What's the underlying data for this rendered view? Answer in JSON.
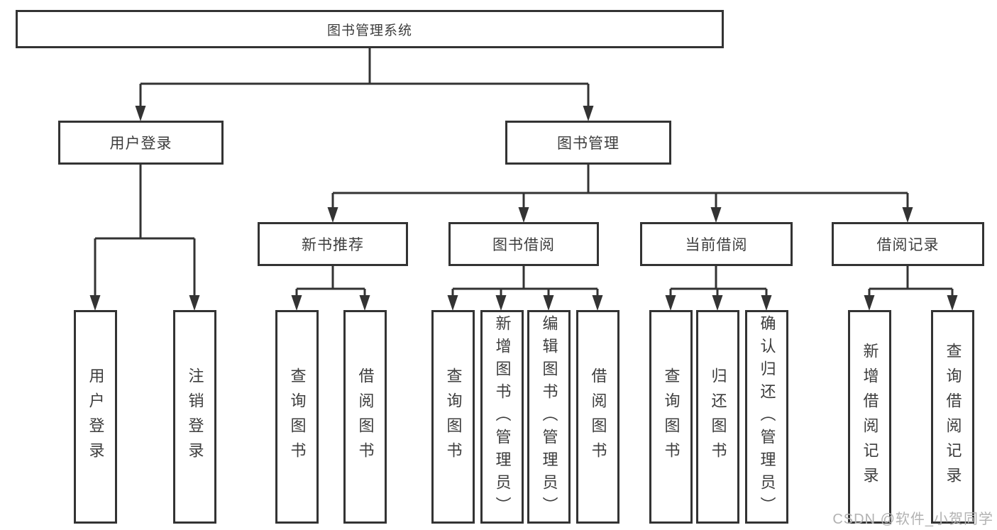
{
  "diagram": {
    "root_label": "图书管理系统",
    "branches": [
      {
        "label": "用户登录",
        "children": [
          {
            "label": "用户登录"
          },
          {
            "label": "注销登录"
          }
        ]
      },
      {
        "label": "图书管理",
        "children": [
          {
            "label": "新书推荐",
            "children": [
              {
                "label": "查询图书"
              },
              {
                "label": "借阅图书"
              }
            ]
          },
          {
            "label": "图书借阅",
            "children": [
              {
                "label": "查询图书"
              },
              {
                "label": "新增图书（管理员）"
              },
              {
                "label": "编辑图书（管理员）"
              },
              {
                "label": "借阅图书"
              }
            ]
          },
          {
            "label": "当前借阅",
            "children": [
              {
                "label": "查询图书"
              },
              {
                "label": "归还图书"
              },
              {
                "label": "确认归还（管理员）"
              }
            ]
          },
          {
            "label": "借阅记录",
            "children": [
              {
                "label": "新增借阅记录"
              },
              {
                "label": "查询借阅记录"
              }
            ]
          }
        ]
      }
    ],
    "watermark": "CSDN @软件_小贺同学",
    "colors": {
      "line": "#333333",
      "text": "#3d3d3d",
      "watermark": "#b2b2b2",
      "background": "#ffffff"
    }
  }
}
